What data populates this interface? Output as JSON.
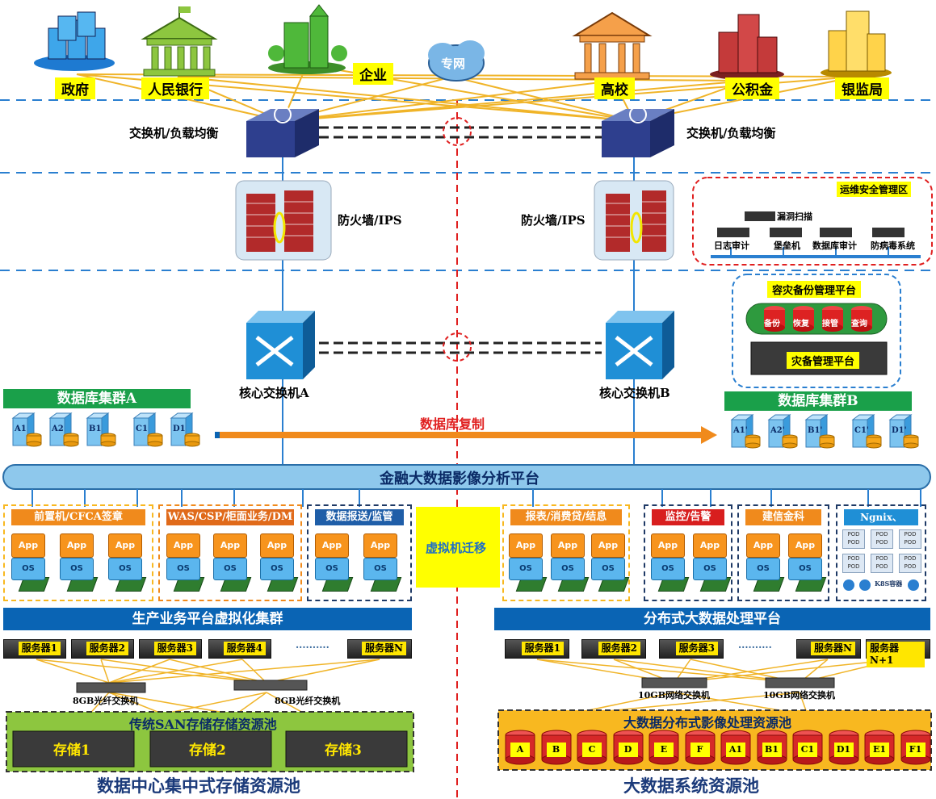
{
  "orgs": {
    "gov": "政府",
    "pboc": "人民银行",
    "enterprise": "企业",
    "private_net": "专网",
    "university": "高校",
    "housing_fund": "公积金",
    "cbrc": "银监局"
  },
  "network": {
    "switch_lb_left": "交换机/负载均衡",
    "switch_lb_right": "交换机/负载均衡",
    "firewall_left": "防火墙/IPS",
    "firewall_right": "防火墙/IPS",
    "core_a": "核心交换机A",
    "core_b": "核心交换机B"
  },
  "ops": {
    "title": "运维安全管理区",
    "vuln_scan": "漏洞扫描",
    "log_audit": "日志审计",
    "bastion": "堡垒机",
    "db_audit": "数据库审计",
    "antivirus": "防病毒系统"
  },
  "dr": {
    "title": "容灾备份管理平台",
    "backup": "备份",
    "restore": "恢复",
    "takeover": "接管",
    "query": "查询",
    "platform": "灾备管理平台"
  },
  "clusters": {
    "a_title": "数据库集群A",
    "b_title": "数据库集群B",
    "a_nodes": [
      "A1",
      "A2",
      "B1",
      "C1",
      "D1"
    ],
    "b_nodes": [
      "A1'",
      "A2'",
      "B1'",
      "C1'",
      "D1'"
    ],
    "replication": "数据库复制"
  },
  "platform_bus": "金融大数据影像分析平台",
  "groups": {
    "frontend": "前置机/CFCA签章",
    "was": "WAS/CSP/柜面业务/DM",
    "report_submit": "数据报送/监管",
    "vm_migration": "虚拟机迁移",
    "reports_loans": "报表/消费贷/结息",
    "monitoring": "监控/告警",
    "ccb_fintech": "建信金科",
    "nginx_apache": "Ngnix、Apache",
    "pod": "POD",
    "k8s": "K8S容器",
    "app": "App",
    "os": "OS"
  },
  "platforms": {
    "left": "生产业务平台虚拟化集群",
    "right": "分布式大数据处理平台"
  },
  "servers_left": [
    "服务器1",
    "服务器2",
    "服务器3",
    "服务器4",
    "服务器N"
  ],
  "servers_right": [
    "服务器1",
    "服务器2",
    "服务器3",
    "服务器N",
    "服务器N+1"
  ],
  "switches": {
    "fc_left_1": "8GB光纤交换机",
    "fc_left_2": "8GB光纤交换机",
    "net_right_1": "10GB网络交换机",
    "net_right_2": "10GB网络交换机"
  },
  "storage": {
    "san_title": "传统SAN存储存储资源池",
    "units": [
      "存储1",
      "存储2",
      "存储3"
    ],
    "bigdata_title": "大数据分布式影像处理资源池",
    "nodes": [
      "A",
      "B",
      "C",
      "D",
      "E",
      "F",
      "A1",
      "B1",
      "C1",
      "D1",
      "E1",
      "F1"
    ]
  },
  "footers": {
    "left": "数据中心集中式存储资源池",
    "right": "大数据系统资源池"
  },
  "colors": {
    "link_yellow": "#f0b428",
    "dashed_blue": "#2a7fd0",
    "divider_red": "#e02020",
    "green": "#1aa04a",
    "blue": "#0a64b4"
  }
}
